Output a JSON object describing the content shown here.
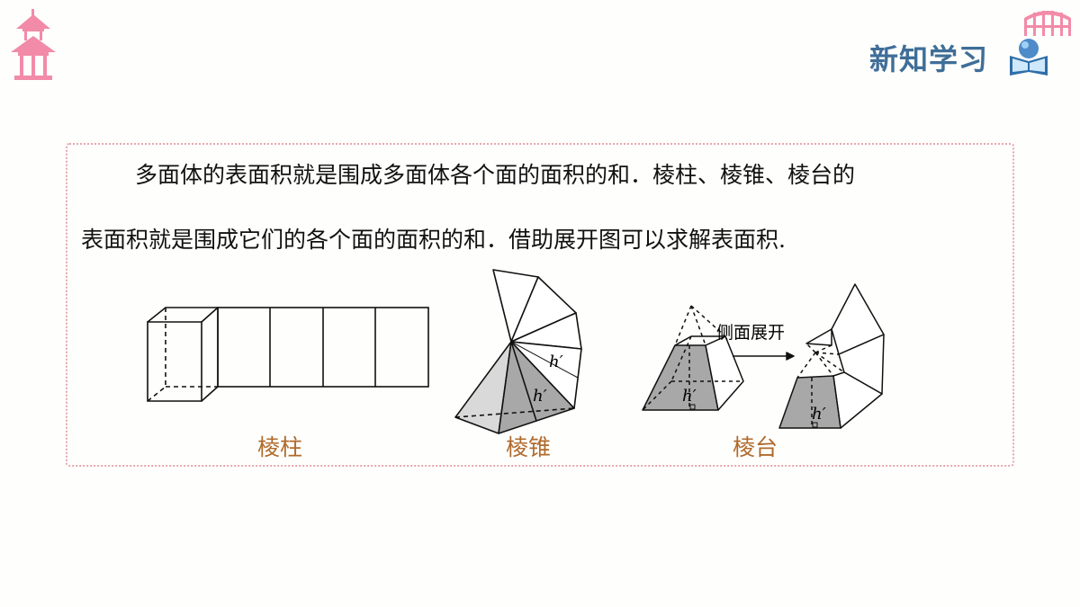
{
  "header": {
    "section_title": "新知学习",
    "icons": {
      "top_left": "pagoda-icon",
      "top_right": "fence-icon",
      "title_badge": "book-reader-icon"
    },
    "colors": {
      "title": "#3f6e98",
      "pagoda": "#f28ba8",
      "frame_border": "#e6a7ae",
      "caption": "#b06a2c"
    }
  },
  "content": {
    "paragraph_line1": "多面体的表面积就是围成多面体各个面的面积的和．棱柱、棱锥、棱台的",
    "paragraph_line2": "表面积就是围成它们的各个面的面积的和．借助展开图可以求解表面积."
  },
  "figures": {
    "prism": {
      "caption": "棱柱"
    },
    "pyramid": {
      "caption": "棱锥",
      "slant_label_1": "h′",
      "slant_label_2": "h′"
    },
    "frustum": {
      "caption": "棱台",
      "arrow_label": "侧面展开",
      "slant_label_1": "h′",
      "slant_label_2": "h′"
    }
  }
}
